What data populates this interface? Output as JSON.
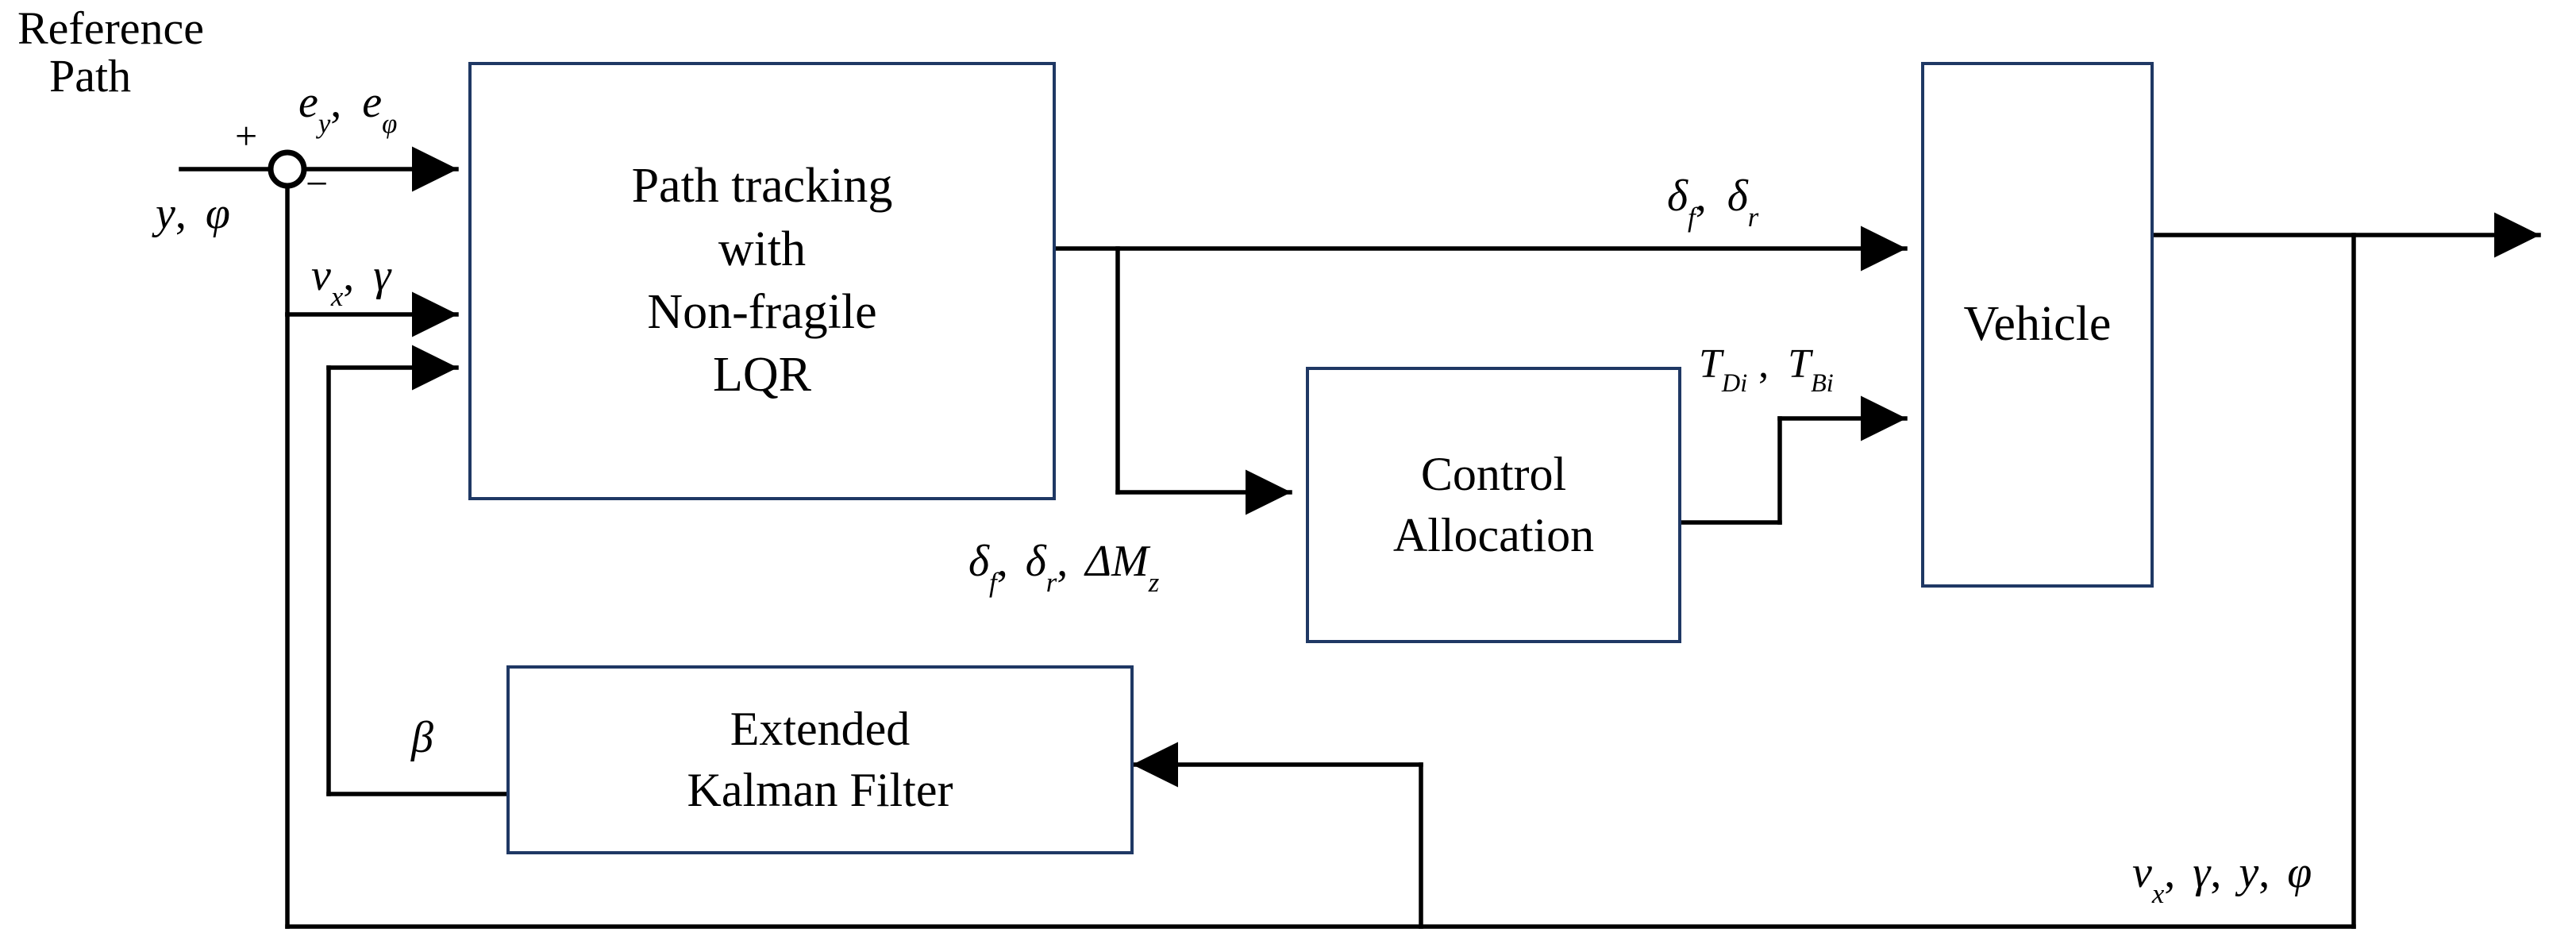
{
  "diagram": {
    "title": "Vehicle path tracking control block diagram",
    "colors": {
      "block_border": "#1f3864",
      "wire": "#000000",
      "background": "#ffffff"
    },
    "blocks": [
      {
        "id": "path-tracking",
        "lines": [
          "Path tracking",
          "with",
          "Non-fragile",
          "LQR"
        ]
      },
      {
        "id": "control-allocation",
        "lines": [
          "Control",
          "Allocation"
        ]
      },
      {
        "id": "vehicle",
        "lines": [
          "Vehicle"
        ]
      },
      {
        "id": "extended-kalman-filter",
        "lines": [
          "Extended",
          "Kalman Filter"
        ]
      }
    ],
    "labels": {
      "reference_path_line1": "Reference",
      "reference_path_line2": "Path",
      "sum_plus": "+",
      "sum_minus": "−",
      "error_e_y": "e",
      "error_e_y_sub": "y",
      "error_comma": ",",
      "error_e_phi": "e",
      "error_e_phi_sub": "φ",
      "measured_y": "y",
      "measured_comma": ",",
      "measured_phi": "φ",
      "state_vx": "v",
      "state_vx_sub": "x",
      "state_comma": ",",
      "state_gamma": "γ",
      "ctrl_delta_f": "δ",
      "ctrl_delta_f_sub": "f",
      "ctrl_comma1": ",",
      "ctrl_delta_r": "δ",
      "ctrl_delta_r_sub": "r",
      "ctrl_comma2": ",",
      "ctrl_delta_mz": "ΔM",
      "ctrl_delta_mz_sub": "z",
      "steer_delta_f": "δ",
      "steer_delta_f_sub": "f",
      "steer_comma": ",",
      "steer_delta_r": "δ",
      "steer_delta_r_sub": "r",
      "torque_T_D": "T",
      "torque_T_D_sub": "Di",
      "torque_comma": ",",
      "torque_T_B": "T",
      "torque_T_B_sub": "Bi",
      "sideslip_beta": "β",
      "feedback_vx": "v",
      "feedback_vx_sub": "x",
      "feedback_comma1": ",",
      "feedback_gamma": "γ",
      "feedback_comma2": ",",
      "feedback_y": "y",
      "feedback_comma3": ",",
      "feedback_phi": "φ"
    }
  }
}
